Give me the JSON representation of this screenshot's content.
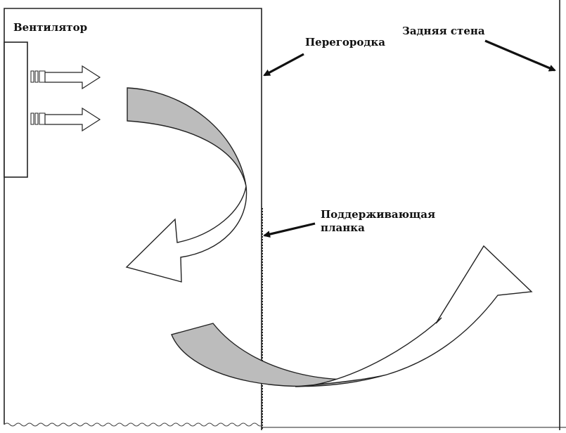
{
  "labels": {
    "fan": "Вентилятор",
    "partition": "Перегородка",
    "rear_wall": "Задняя стена",
    "support_bar_line1": "Поддерживающая",
    "support_bar_line2": "планка"
  },
  "colors": {
    "line": "#222222",
    "flow_fill": "#bcbcbc",
    "background": "#ffffff"
  }
}
